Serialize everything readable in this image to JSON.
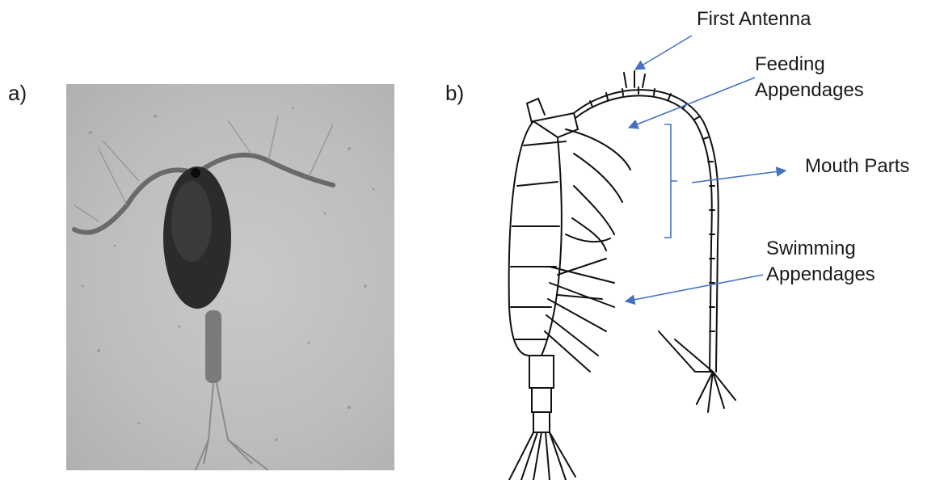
{
  "panels": {
    "a": {
      "label": "a)"
    },
    "b": {
      "label": "b)"
    }
  },
  "callouts": {
    "first_antenna": "First Antenna",
    "feeding_line1": "Feeding",
    "feeding_line2": "Appendages",
    "mouth_parts": "Mouth Parts",
    "swimming_line1": "Swimming",
    "swimming_line2": "Appendages"
  },
  "colors": {
    "arrow": "#4472c4",
    "bracket": "#4472c4",
    "ink": "#111111"
  }
}
